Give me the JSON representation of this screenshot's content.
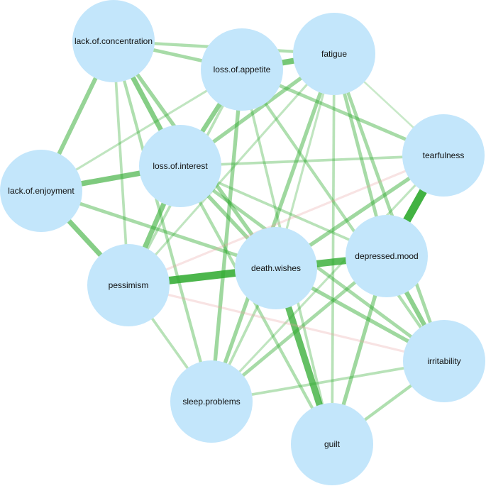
{
  "colors": {
    "positive_edge": "#2eaa2e",
    "negative_edge": "#e8a3a3",
    "node_fill": "#c3e6fb",
    "background": "#ffffff",
    "label": "#111111"
  },
  "nodes": [
    {
      "id": "lack.of.concentration",
      "label": "lack.of.concentration"
    },
    {
      "id": "fatigue",
      "label": "fatigue"
    },
    {
      "id": "loss.of.appetite",
      "label": "loss.of.appetite"
    },
    {
      "id": "tearfulness",
      "label": "tearfulness"
    },
    {
      "id": "lack.of.enjoyment",
      "label": "lack.of.enjoyment"
    },
    {
      "id": "loss.of.interest",
      "label": "loss.of.interest"
    },
    {
      "id": "depressed.mood",
      "label": "depressed.mood"
    },
    {
      "id": "death.wishes",
      "label": "death.wishes"
    },
    {
      "id": "pessimism",
      "label": "pessimism"
    },
    {
      "id": "irritability",
      "label": "irritability"
    },
    {
      "id": "sleep.problems",
      "label": "sleep.problems"
    },
    {
      "id": "guilt",
      "label": "guilt"
    }
  ],
  "edges": [
    {
      "source": "lack.of.concentration",
      "target": "fatigue",
      "sign": "positive",
      "weight": 0.25
    },
    {
      "source": "lack.of.concentration",
      "target": "loss.of.appetite",
      "sign": "positive",
      "weight": 0.3
    },
    {
      "source": "lack.of.concentration",
      "target": "lack.of.enjoyment",
      "sign": "positive",
      "weight": 0.4
    },
    {
      "source": "lack.of.concentration",
      "target": "loss.of.interest",
      "sign": "positive",
      "weight": 0.5
    },
    {
      "source": "lack.of.concentration",
      "target": "death.wishes",
      "sign": "positive",
      "weight": 0.35
    },
    {
      "source": "lack.of.concentration",
      "target": "pessimism",
      "sign": "positive",
      "weight": 0.2
    },
    {
      "source": "lack.of.concentration",
      "target": "sleep.problems",
      "sign": "positive",
      "weight": 0.25
    },
    {
      "source": "loss.of.appetite",
      "target": "fatigue",
      "sign": "positive",
      "weight": 0.6
    },
    {
      "source": "loss.of.appetite",
      "target": "loss.of.interest",
      "sign": "positive",
      "weight": 0.45
    },
    {
      "source": "loss.of.appetite",
      "target": "pessimism",
      "sign": "positive",
      "weight": 0.2
    },
    {
      "source": "loss.of.appetite",
      "target": "sleep.problems",
      "sign": "positive",
      "weight": 0.35
    },
    {
      "source": "loss.of.appetite",
      "target": "irritability",
      "sign": "positive",
      "weight": 0.25
    },
    {
      "source": "loss.of.appetite",
      "target": "tearfulness",
      "sign": "positive",
      "weight": 0.3
    },
    {
      "source": "loss.of.appetite",
      "target": "guilt",
      "sign": "positive",
      "weight": 0.2
    },
    {
      "source": "fatigue",
      "target": "loss.of.interest",
      "sign": "positive",
      "weight": 0.35
    },
    {
      "source": "fatigue",
      "target": "sleep.problems",
      "sign": "positive",
      "weight": 0.35
    },
    {
      "source": "fatigue",
      "target": "irritability",
      "sign": "positive",
      "weight": 0.3
    },
    {
      "source": "fatigue",
      "target": "depressed.mood",
      "sign": "positive",
      "weight": 0.3
    },
    {
      "source": "fatigue",
      "target": "pessimism",
      "sign": "positive",
      "weight": 0.15
    },
    {
      "source": "fatigue",
      "target": "tearfulness",
      "sign": "positive",
      "weight": 0.1
    },
    {
      "source": "fatigue",
      "target": "guilt",
      "sign": "positive",
      "weight": 0.2
    },
    {
      "source": "fatigue",
      "target": "death.wishes",
      "sign": "positive",
      "weight": 0.15
    },
    {
      "source": "lack.of.enjoyment",
      "target": "loss.of.interest",
      "sign": "positive",
      "weight": 0.55
    },
    {
      "source": "lack.of.enjoyment",
      "target": "pessimism",
      "sign": "positive",
      "weight": 0.5
    },
    {
      "source": "lack.of.enjoyment",
      "target": "death.wishes",
      "sign": "positive",
      "weight": 0.3
    },
    {
      "source": "lack.of.enjoyment",
      "target": "loss.of.appetite",
      "sign": "positive",
      "weight": 0.15
    },
    {
      "source": "loss.of.interest",
      "target": "pessimism",
      "sign": "positive",
      "weight": 0.5
    },
    {
      "source": "loss.of.interest",
      "target": "death.wishes",
      "sign": "positive",
      "weight": 0.35
    },
    {
      "source": "loss.of.interest",
      "target": "irritability",
      "sign": "positive",
      "weight": 0.3
    },
    {
      "source": "loss.of.interest",
      "target": "guilt",
      "sign": "positive",
      "weight": 0.25
    },
    {
      "source": "loss.of.interest",
      "target": "tearfulness",
      "sign": "positive",
      "weight": 0.2
    },
    {
      "source": "loss.of.interest",
      "target": "depressed.mood",
      "sign": "positive",
      "weight": 0.2
    },
    {
      "source": "tearfulness",
      "target": "depressed.mood",
      "sign": "positive",
      "weight": 0.9
    },
    {
      "source": "tearfulness",
      "target": "death.wishes",
      "sign": "positive",
      "weight": 0.35
    },
    {
      "source": "tearfulness",
      "target": "pessimism",
      "sign": "negative",
      "weight": 0.15
    },
    {
      "source": "tearfulness",
      "target": "sleep.problems",
      "sign": "positive",
      "weight": 0.15
    },
    {
      "source": "depressed.mood",
      "target": "death.wishes",
      "sign": "positive",
      "weight": 0.75
    },
    {
      "source": "depressed.mood",
      "target": "irritability",
      "sign": "positive",
      "weight": 0.45
    },
    {
      "source": "depressed.mood",
      "target": "guilt",
      "sign": "positive",
      "weight": 0.35
    },
    {
      "source": "depressed.mood",
      "target": "sleep.problems",
      "sign": "positive",
      "weight": 0.3
    },
    {
      "source": "death.wishes",
      "target": "pessimism",
      "sign": "positive",
      "weight": 0.85
    },
    {
      "source": "death.wishes",
      "target": "guilt",
      "sign": "positive",
      "weight": 0.7
    },
    {
      "source": "death.wishes",
      "target": "irritability",
      "sign": "positive",
      "weight": 0.35
    },
    {
      "source": "death.wishes",
      "target": "sleep.problems",
      "sign": "positive",
      "weight": 0.2
    },
    {
      "source": "pessimism",
      "target": "irritability",
      "sign": "negative",
      "weight": 0.15
    },
    {
      "source": "pessimism",
      "target": "sleep.problems",
      "sign": "positive",
      "weight": 0.2
    },
    {
      "source": "irritability",
      "target": "sleep.problems",
      "sign": "positive",
      "weight": 0.2
    },
    {
      "source": "irritability",
      "target": "guilt",
      "sign": "positive",
      "weight": 0.25
    }
  ]
}
